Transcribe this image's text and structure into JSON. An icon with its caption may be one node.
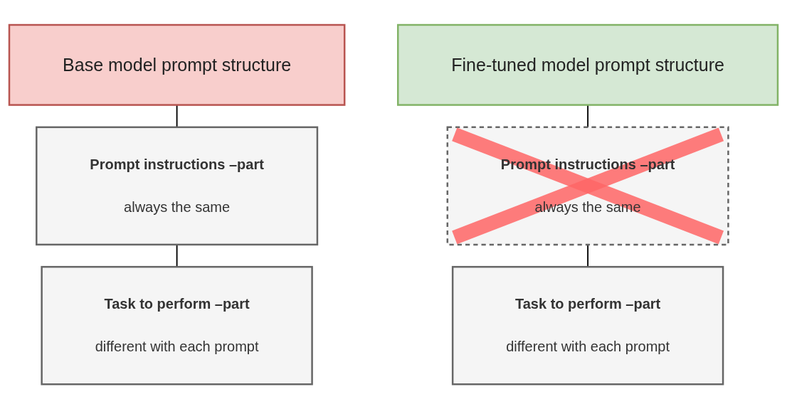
{
  "diagram": {
    "nodes": [
      {
        "text": [
          "Base model prompt structure"
        ]
      },
      {
        "text": [
          "Prompt instructions –part",
          "always the same"
        ]
      },
      {
        "text": [
          "Task to perform –part",
          "different with each prompt"
        ]
      },
      {
        "text": [
          "Fine-tuned model prompt structure"
        ]
      },
      {
        "text": [
          "Prompt instructions –part",
          "always the same"
        ]
      },
      {
        "text": [
          "Task to perform –part",
          "different with each prompt"
        ]
      }
    ],
    "edges": [
      {
        "from": 0,
        "to": 1,
        "arrow": "none"
      },
      {
        "from": 1,
        "to": 2,
        "arrow": "none"
      },
      {
        "from": 3,
        "to": 4,
        "arrow": "none"
      },
      {
        "from": 4,
        "to": 5,
        "arrow": "none"
      }
    ]
  }
}
